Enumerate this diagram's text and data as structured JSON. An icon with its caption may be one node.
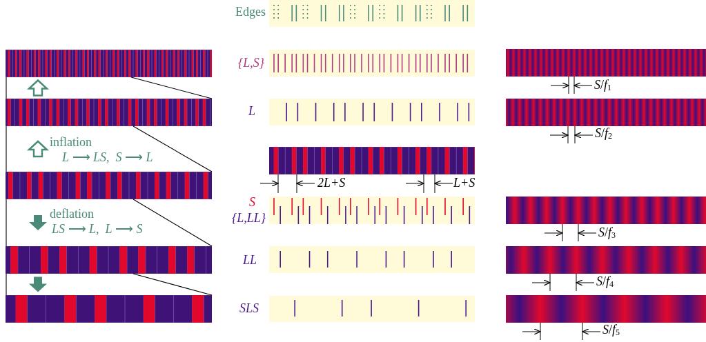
{
  "diagram": {
    "nodes": [
      {
        "text": [],
        "shape": "bar"
      },
      {
        "text": [],
        "shape": "bar"
      },
      {
        "text": [],
        "shape": "bar"
      },
      {
        "text": [],
        "shape": "bar"
      },
      {
        "text": [],
        "shape": "bar"
      }
    ],
    "edges": [
      {
        "from": 0,
        "to": 1,
        "arrow": "none"
      },
      {
        "from": 1,
        "to": 0,
        "arrow": "to",
        "style": "thick"
      },
      {
        "from": 0,
        "to": 1,
        "arrow": "none"
      },
      {
        "from": 1,
        "to": 2,
        "arrow": "none"
      },
      {
        "from": 2,
        "to": 1,
        "arrow": "to",
        "style": "thick"
      },
      {
        "from": 1,
        "to": 2,
        "arrow": "none"
      },
      {
        "from": 2,
        "to": 3,
        "arrow": "none"
      },
      {
        "from": 2,
        "to": 3,
        "arrow": "to",
        "style": "thick"
      },
      {
        "from": 2,
        "to": 3,
        "arrow": "none"
      },
      {
        "from": 3,
        "to": 4,
        "arrow": "none"
      },
      {
        "from": 3,
        "to": 4,
        "arrow": "to",
        "style": "thick"
      },
      {
        "from": 3,
        "to": 4,
        "arrow": "none"
      }
    ],
    "labels": [
      "Edges",
      "{*L*,*S*}",
      "*S*/*f*$_{1}$",
      "L",
      "*S*/*f*$_{2}$",
      "inflation",
      "*L* ⟶ *LS*,  *S* ⟶ *L*",
      "2L+S",
      "L+S",
      "S",
      "deflation",
      "{*L*,*LL*}",
      "*S*/*f*$_{3}$",
      "*LS* ⟶ *L*,  *L* ⟶ *S*",
      "LL",
      "*S*/*f*$_{4}$",
      "SLS",
      "*S*/*f*$_{5}$"
    ]
  }
}
